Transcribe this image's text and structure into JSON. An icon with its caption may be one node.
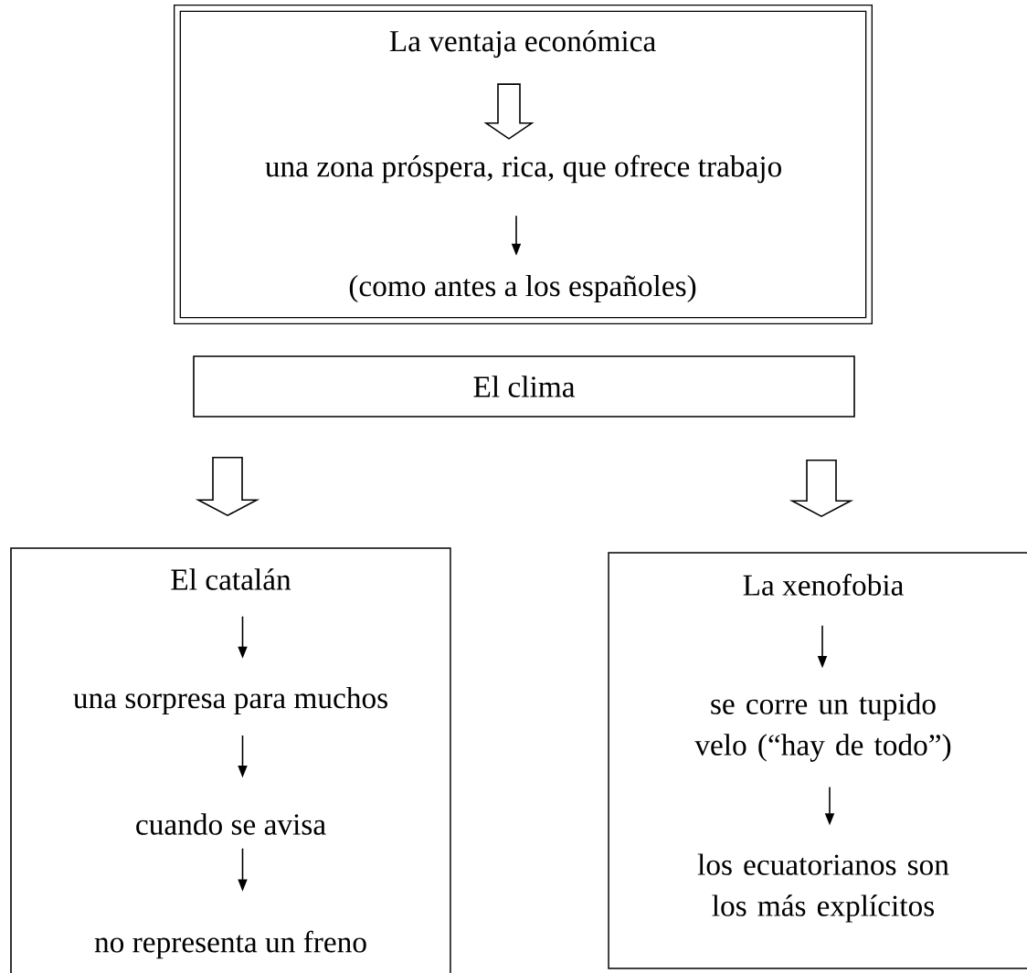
{
  "diagram": {
    "nodes": [
      {
        "text": [],
        "shape": "box"
      },
      {
        "text": [
          "La ventaja económica"
        ],
        "in": 0
      },
      {
        "text": [
          "una zona próspera, rica, que ofrece trabajo"
        ],
        "in": 0
      },
      {
        "text": [
          "(como antes a los españoles)"
        ],
        "in": 0
      },
      {
        "text": [
          "El clima"
        ]
      },
      {
        "text": [],
        "shape": "box"
      },
      {
        "text": [
          "El catalán"
        ],
        "in": 5
      },
      {
        "text": [
          "una sorpresa para muchos"
        ],
        "in": 5
      },
      {
        "text": [
          "cuando se avisa"
        ],
        "in": 5
      },
      {
        "text": [
          "no representa un freno"
        ],
        "in": 5
      },
      {
        "text": [],
        "shape": "box"
      },
      {
        "text": [
          "La xenofobia"
        ],
        "in": 10
      },
      {
        "text": [
          "se corre un tupido velo (“hay de todo”)"
        ],
        "in": 10
      },
      {
        "text": [
          "los ecuatorianos son los más explícitos"
        ],
        "in": 10
      }
    ],
    "edges": [
      {
        "from": 1,
        "to": 2,
        "arrow": "to",
        "style": "thick"
      },
      {
        "from": 2,
        "to": 3,
        "arrow": "to"
      },
      {
        "from": 4,
        "to": 5,
        "arrow": "to",
        "style": "thick"
      },
      {
        "from": 4,
        "to": 10,
        "arrow": "to",
        "style": "thick"
      },
      {
        "from": 6,
        "to": 7,
        "arrow": "to"
      },
      {
        "from": 7,
        "to": 8,
        "arrow": "to"
      },
      {
        "from": 8,
        "to": 9,
        "arrow": "to"
      },
      {
        "from": 11,
        "to": 12,
        "arrow": "to"
      },
      {
        "from": 12,
        "to": 13,
        "arrow": "to"
      }
    ]
  }
}
